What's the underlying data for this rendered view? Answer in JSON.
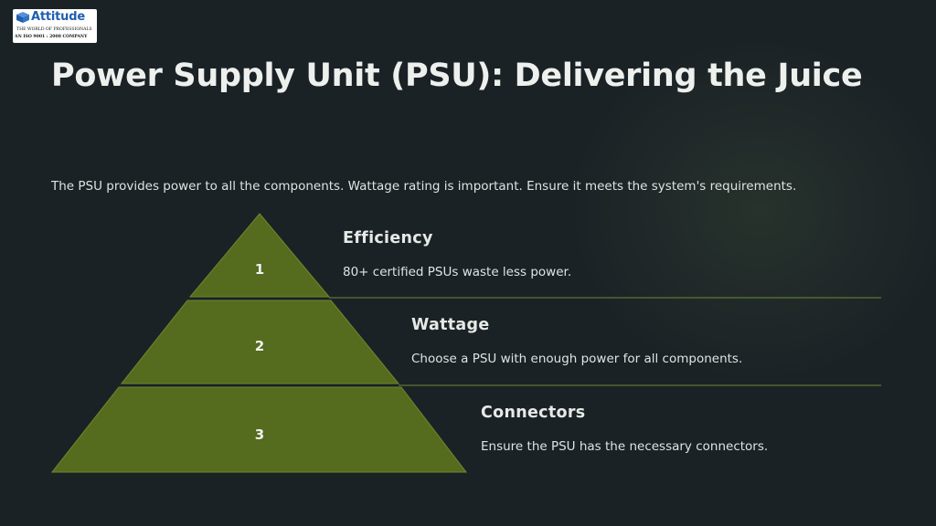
{
  "logo": {
    "name": "Attitude",
    "tagline": "The World Of Professionals",
    "certification": "An ISO 9001 : 2008 Company"
  },
  "title": "Power Supply Unit (PSU): Delivering the Juice",
  "subtitle": "The PSU provides power to all the components. Wattage rating is important. Ensure it meets the system's requirements.",
  "colors": {
    "background": "#1b2226",
    "pyramid_fill": "#556b1e",
    "pyramid_edge": "#6e8a2c",
    "divider": "#6b8a35"
  },
  "steps": [
    {
      "number": "1",
      "heading": "Efficiency",
      "description": "80+ certified PSUs waste less power."
    },
    {
      "number": "2",
      "heading": "Wattage",
      "description": "Choose a PSU with enough power for all components."
    },
    {
      "number": "3",
      "heading": "Connectors",
      "description": "Ensure the PSU has the necessary connectors."
    }
  ]
}
